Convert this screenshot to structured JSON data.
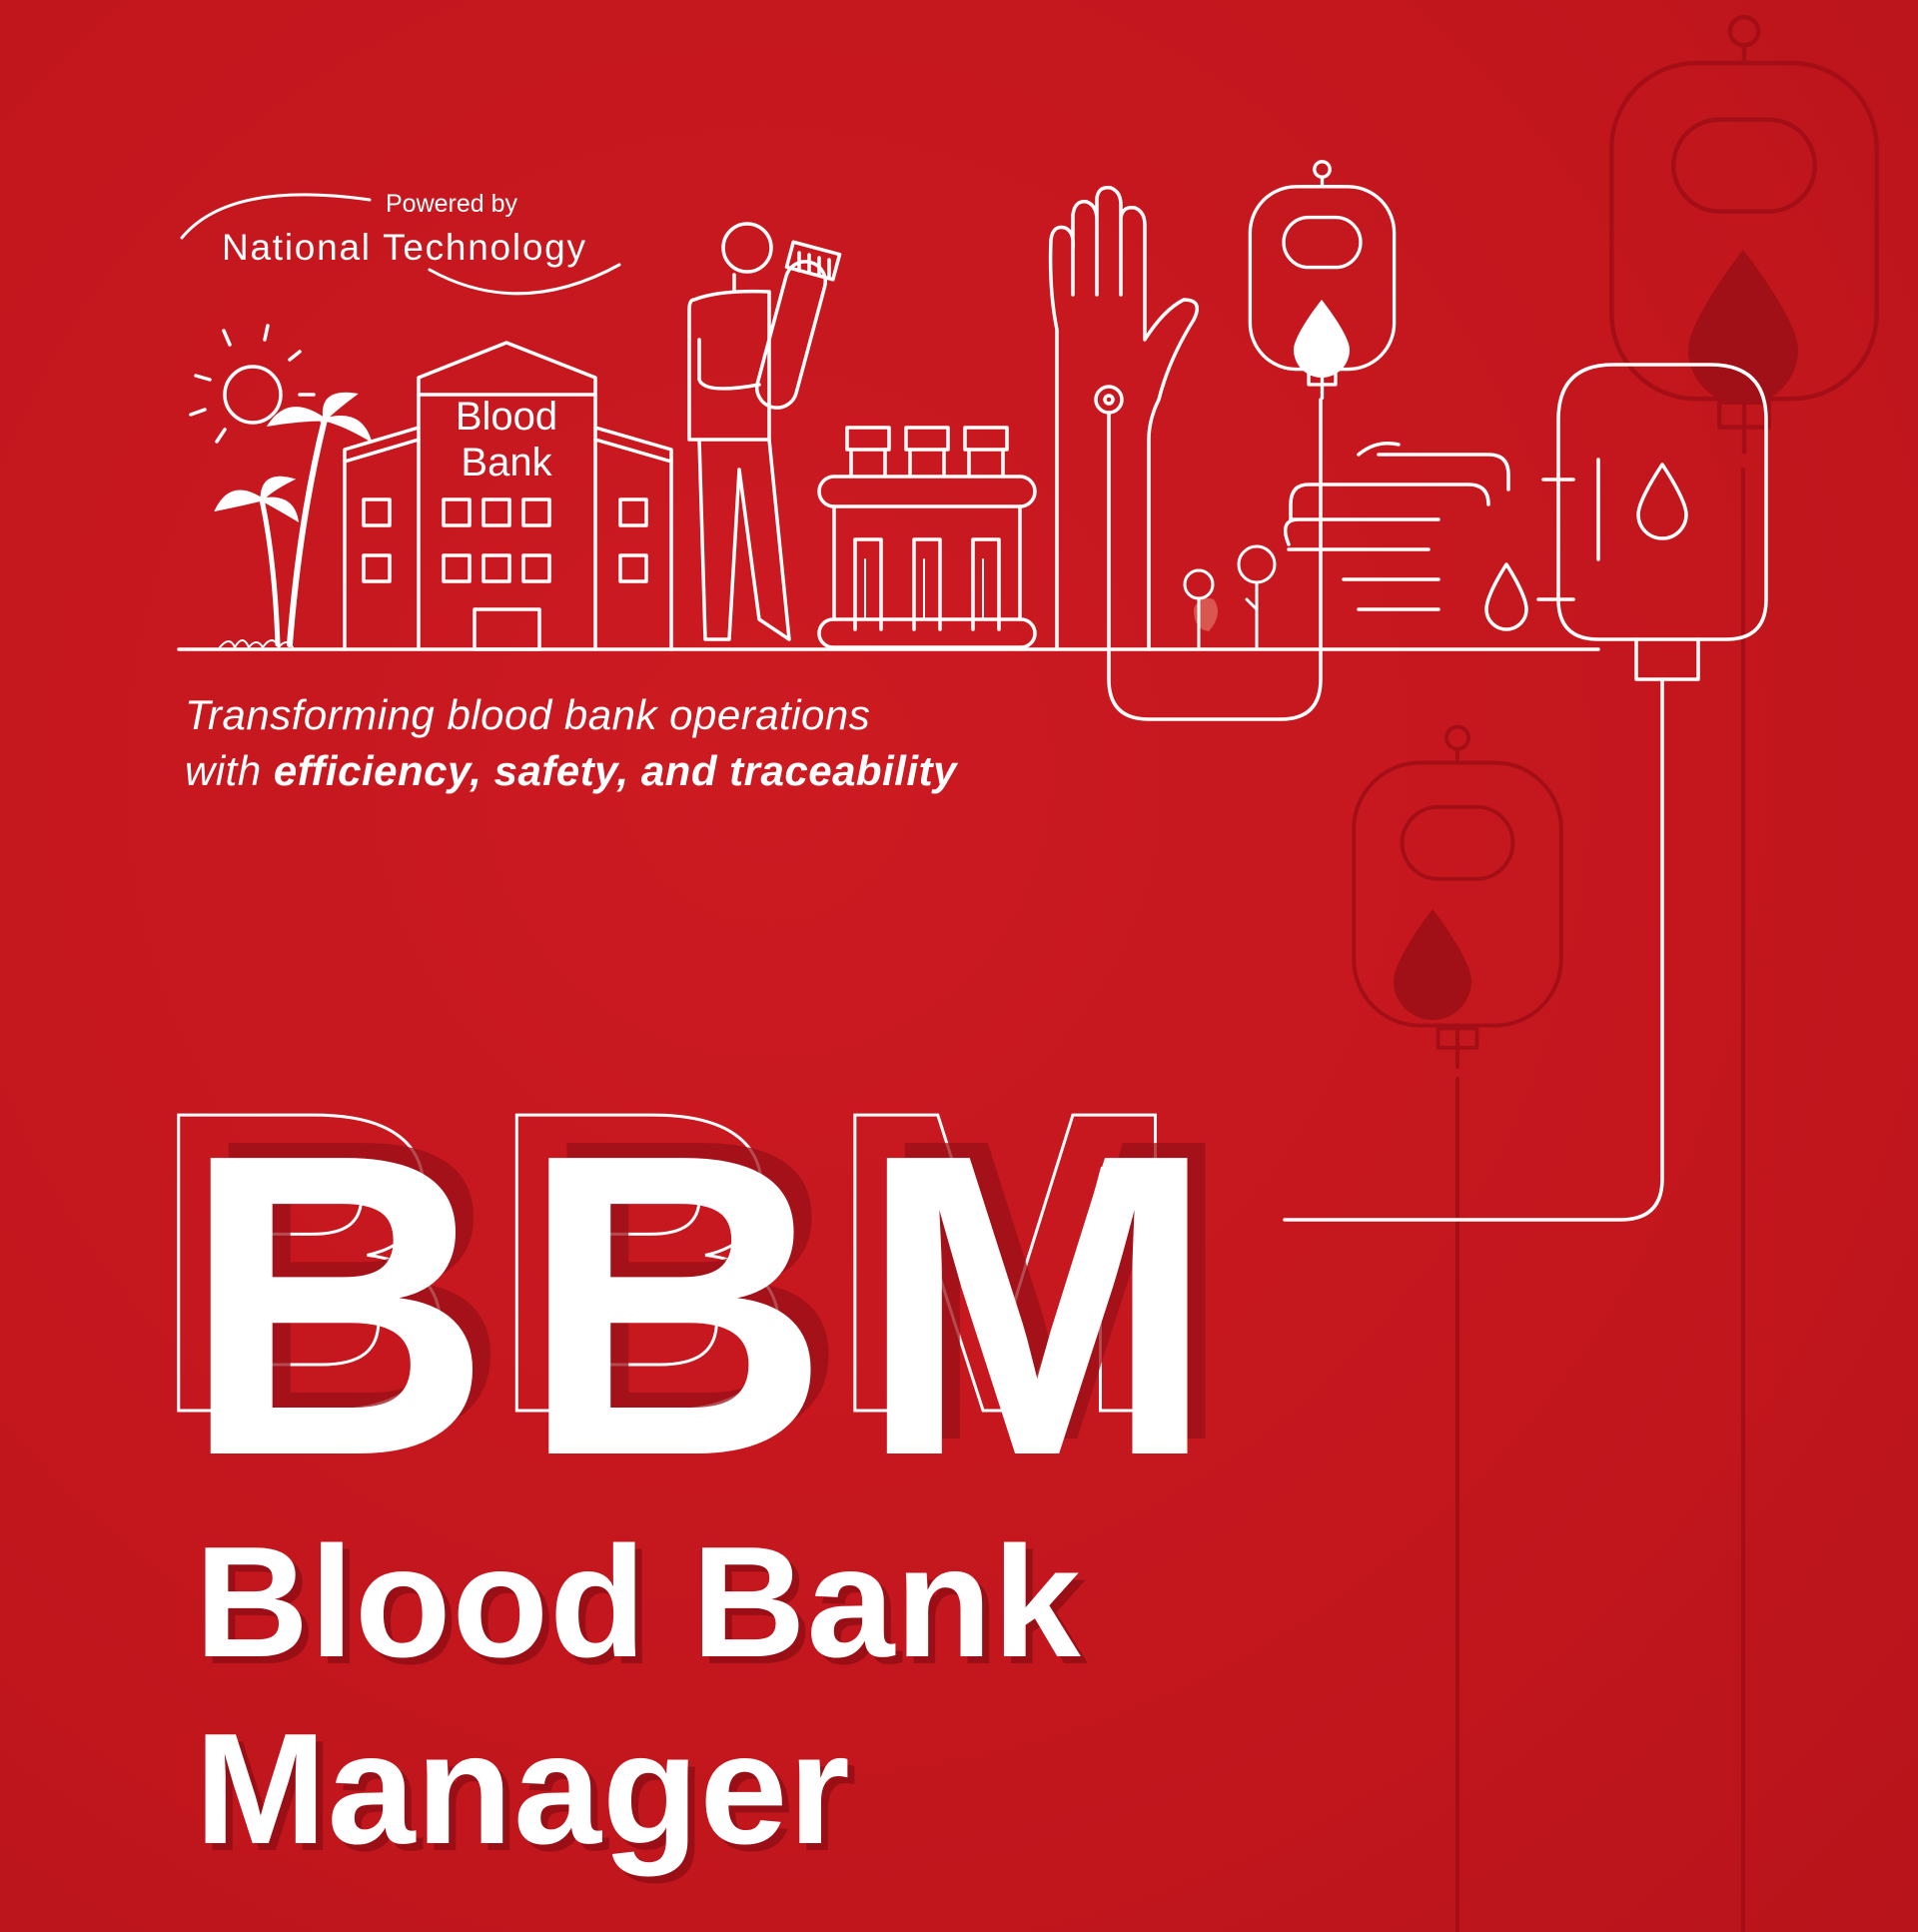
{
  "brand": {
    "powered_by": "Powered by",
    "company": "National Technology"
  },
  "illustration": {
    "building_sign_line1": "Blood",
    "building_sign_line2": "Bank"
  },
  "tagline": {
    "line1": "Transforming blood bank operations",
    "line2_prefix": "with ",
    "line2_bold": "efficiency, safety, and traceability"
  },
  "acronym": "BBM",
  "title": {
    "line1": "Blood Bank",
    "line2": "Manager"
  },
  "colors": {
    "background": "#c5161d",
    "foreground": "#ffffff",
    "shadow": "#9a0f16"
  }
}
